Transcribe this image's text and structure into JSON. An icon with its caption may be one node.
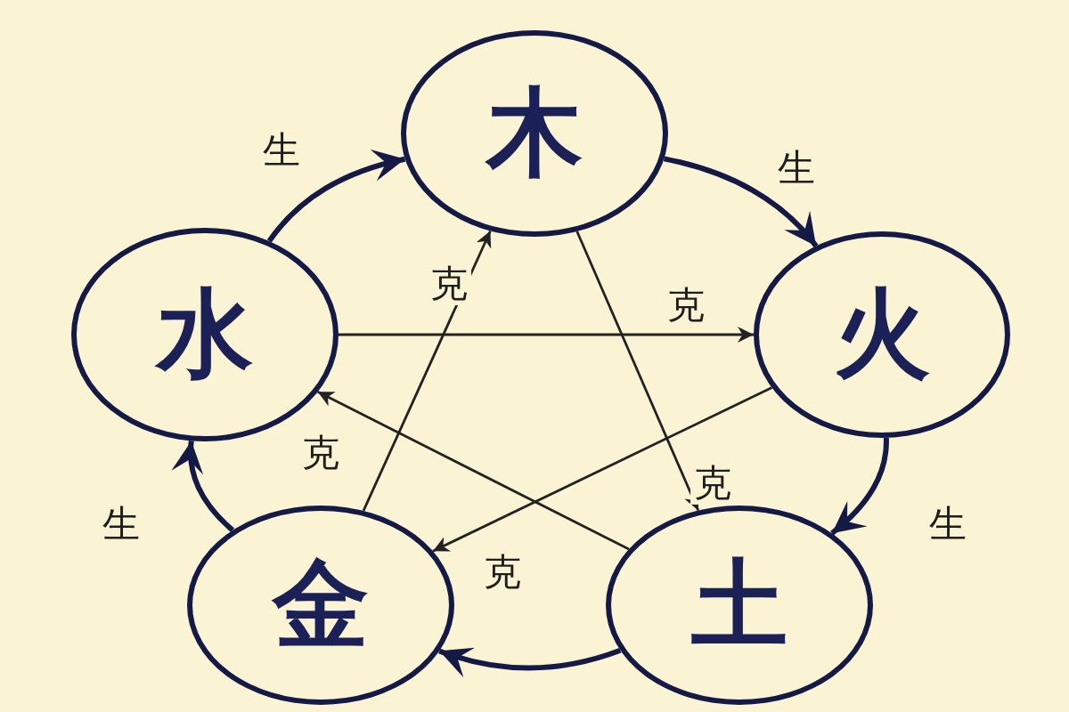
{
  "diagram": {
    "nodes": [
      {
        "text": [
          "木"
        ]
      },
      {
        "text": [
          "水"
        ]
      },
      {
        "text": [
          "火"
        ]
      },
      {
        "text": [
          "金"
        ]
      },
      {
        "text": [
          "土"
        ]
      }
    ],
    "edges": [
      {
        "from": 0,
        "to": 2,
        "arrow": "to",
        "label": "生",
        "style": "thick"
      },
      {
        "from": 2,
        "to": 4,
        "arrow": "to",
        "label": "生",
        "style": "thick"
      },
      {
        "from": 4,
        "to": 3,
        "arrow": "to",
        "style": "thick"
      },
      {
        "from": 3,
        "to": 1,
        "arrow": "to",
        "label": "生",
        "style": "thick"
      },
      {
        "from": 1,
        "to": 0,
        "arrow": "to",
        "label": "生",
        "style": "thick"
      },
      {
        "from": 0,
        "to": 4,
        "arrow": "to",
        "label": "克"
      },
      {
        "from": 4,
        "to": 1,
        "arrow": "to",
        "label": "克"
      },
      {
        "from": 1,
        "to": 2,
        "arrow": "to",
        "label": "克"
      },
      {
        "from": 2,
        "to": 3,
        "arrow": "to",
        "label": "克"
      },
      {
        "from": 3,
        "to": 0,
        "arrow": "to",
        "label": "克"
      }
    ]
  }
}
